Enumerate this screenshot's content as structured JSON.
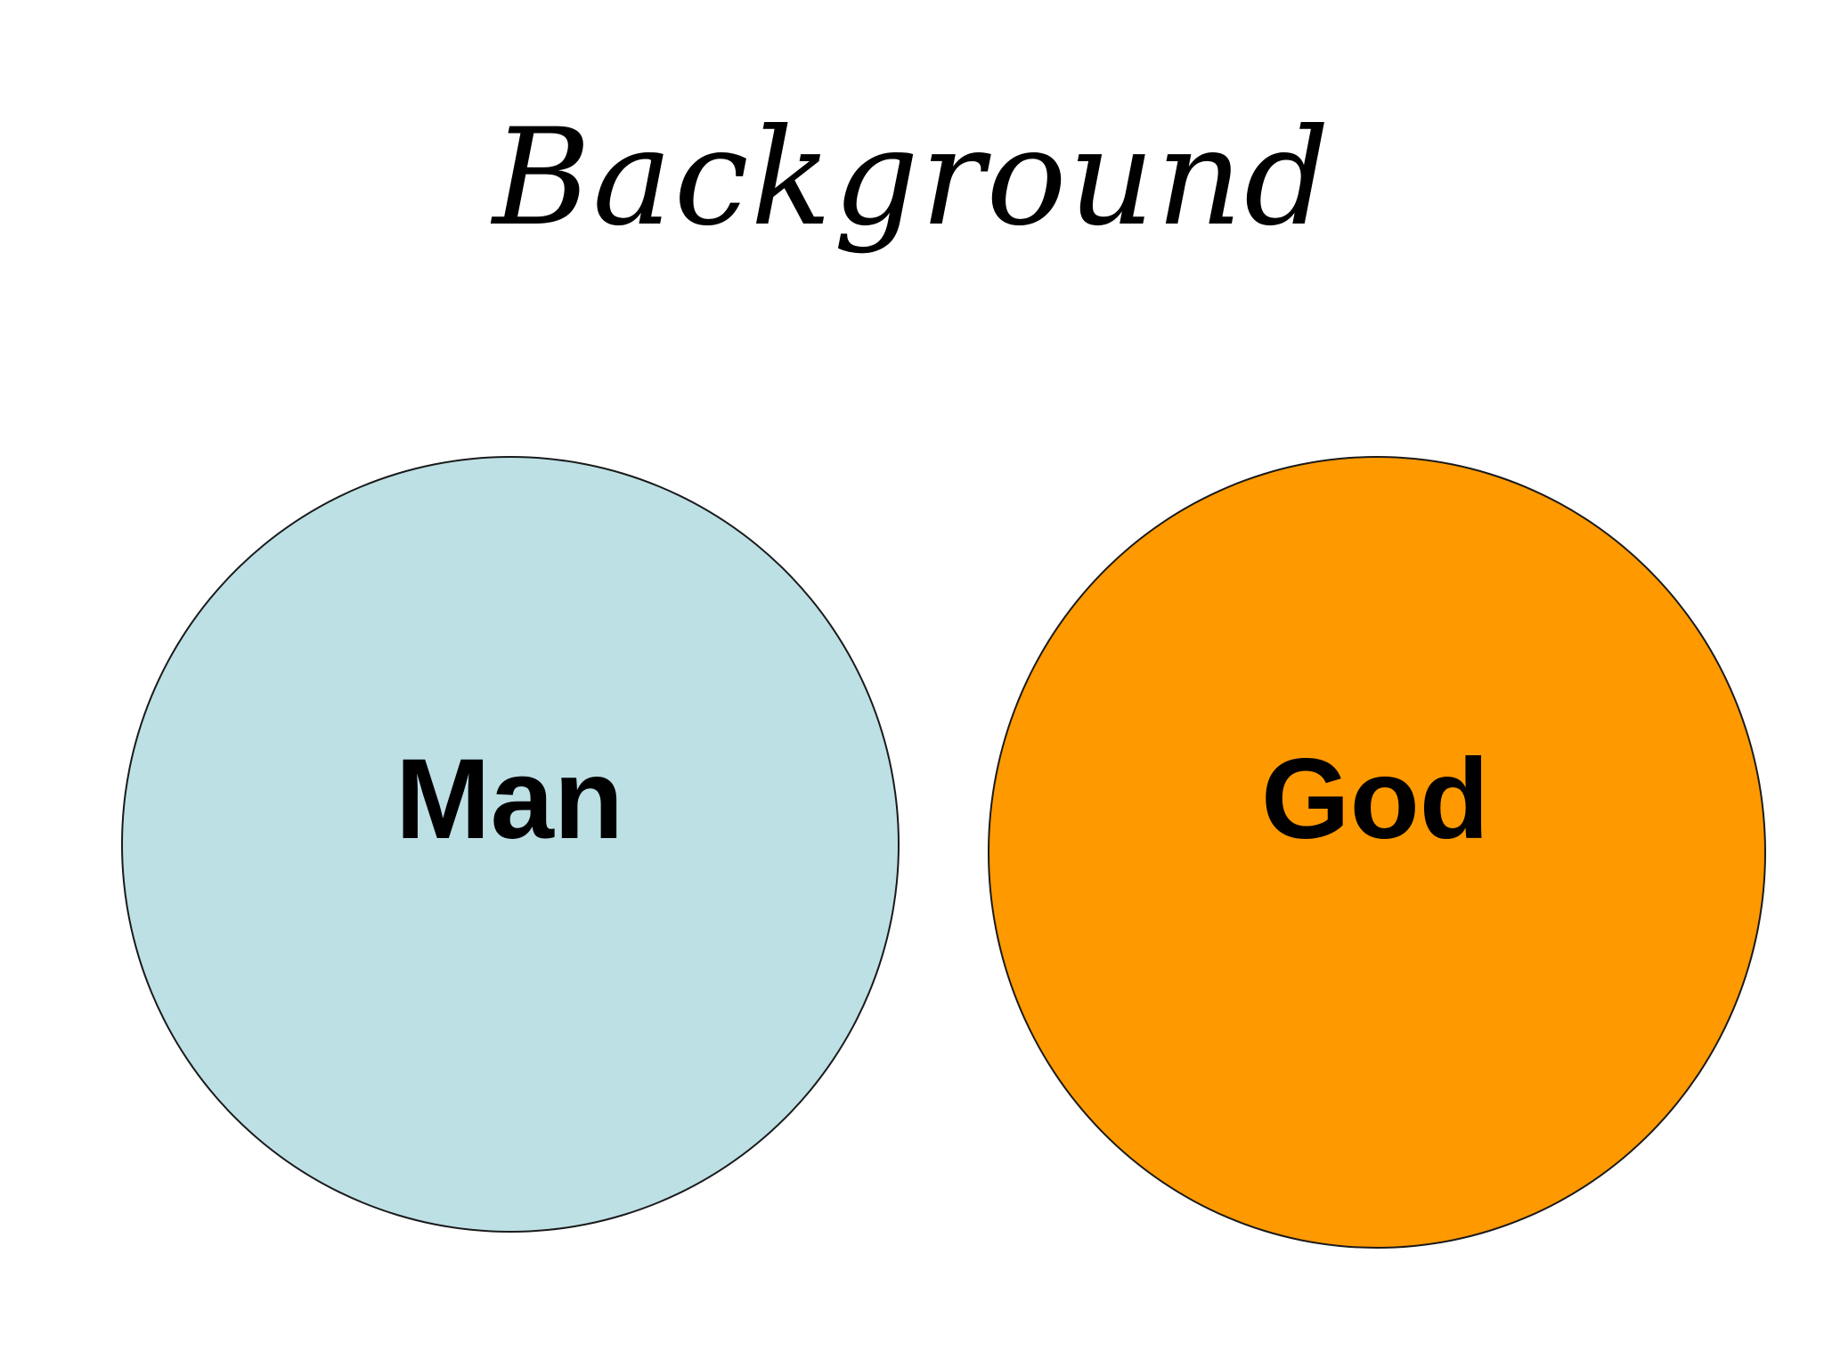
{
  "slide": {
    "title": "Background",
    "circles": [
      {
        "label": "Man",
        "fill": "#bde0e5"
      },
      {
        "label": "God",
        "fill": "#ff9900"
      }
    ],
    "outline_color": "#1a1a1a"
  }
}
